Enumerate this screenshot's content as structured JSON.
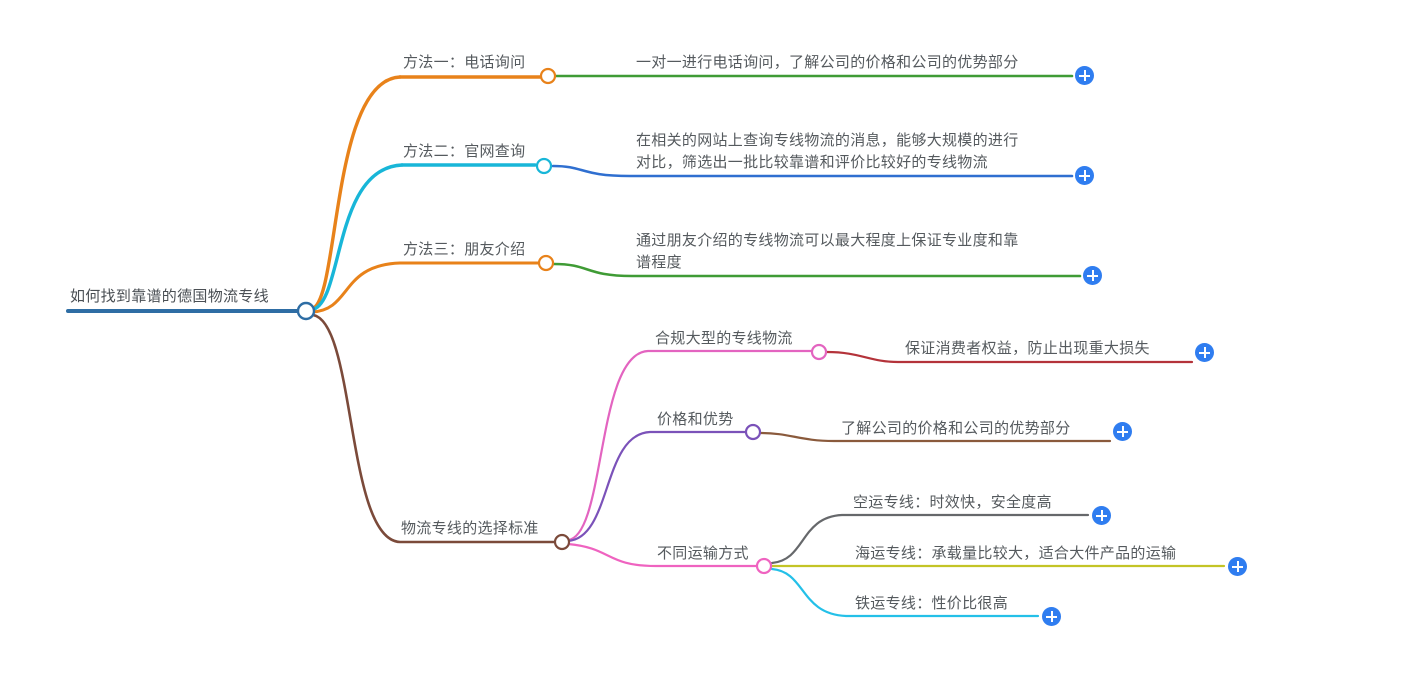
{
  "diagram": {
    "type": "mind-map",
    "root": {
      "label": "如何找到靠谱的德国物流专线",
      "underline_color": "#2e6da4",
      "connector_color": "#2e6da4"
    },
    "branches": [
      {
        "label": "方法一：电话询问",
        "underline_color": "#e8821a",
        "detail": {
          "lines": [
            "一对一进行电话询问，了解公司的价格和公司的优势部分"
          ],
          "underline_color": "#3f9b35"
        },
        "expand_label": "+"
      },
      {
        "label": "方法二：官网查询",
        "underline_color": "#18b6d8",
        "detail": {
          "lines": [
            "在相关的网站上查询专线物流的消息，能够大规模的进行",
            "对比，筛选出一批比较靠谱和评价比较好的专线物流"
          ],
          "underline_color": "#2f6fd0"
        },
        "expand_label": "+"
      },
      {
        "label": "方法三：朋友介绍",
        "underline_color": "#e8821a",
        "detail": {
          "lines": [
            "通过朋友介绍的专线物流可以最大程度上保证专业度和靠",
            "谱程度"
          ],
          "underline_color": "#3f9b35"
        },
        "expand_label": "+"
      },
      {
        "label": "物流专线的选择标准",
        "underline_color": "#7b4a3a",
        "children": [
          {
            "label": "合规大型的专线物流",
            "underline_color": "#e364c0",
            "detail": {
              "lines": [
                "保证消费者权益，防止出现重大损失"
              ],
              "underline_color": "#b4333a"
            },
            "expand_label": "+"
          },
          {
            "label": "价格和优势",
            "underline_color": "#7b52b9",
            "detail": {
              "lines": [
                "了解公司的价格和公司的优势部分"
              ],
              "underline_color": "#8a5a3c"
            },
            "expand_label": "+"
          },
          {
            "label": "不同运输方式",
            "underline_color": "#ef63c0",
            "children": [
              {
                "label": "空运专线：时效快，安全度高",
                "underline_color": "#66686b",
                "expand_label": "+"
              },
              {
                "label": "海运专线：承载量比较大，适合大件产品的运输",
                "underline_color": "#c3c426",
                "expand_label": "+"
              },
              {
                "label": "铁运专线：性价比很高",
                "underline_color": "#24c0e8",
                "expand_label": "+"
              }
            ]
          }
        ]
      }
    ]
  }
}
